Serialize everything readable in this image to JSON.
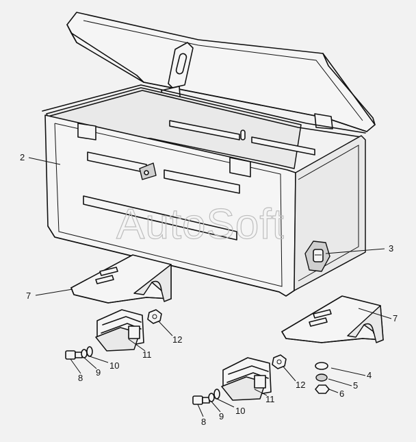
{
  "watermark": "AutoSoft",
  "callouts": {
    "c2": "2",
    "c3": "3",
    "c4": "4",
    "c5": "5",
    "c6": "6",
    "c7_left": "7",
    "c7_right": "7",
    "c8_left": "8",
    "c8_right": "8",
    "c9_left": "9",
    "c9_right": "9",
    "c10_left": "10",
    "c10_right": "10",
    "c11_left": "11",
    "c11_right": "11",
    "c12_left": "12",
    "c12_right": "12"
  }
}
